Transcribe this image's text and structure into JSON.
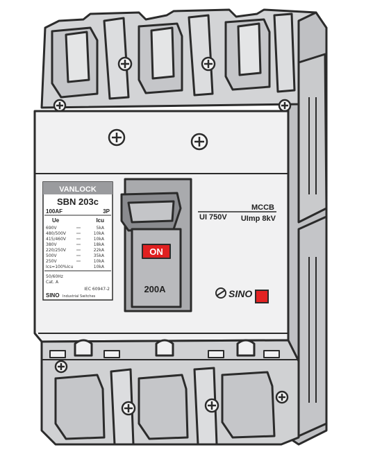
{
  "label": {
    "brand": "VANLOCK",
    "model": "SBN 203c",
    "frame": "100AF",
    "poles": "3P",
    "col_ue": "Ue",
    "col_icu": "Icu",
    "rows": [
      {
        "ue": "690V",
        "icu": "5kA"
      },
      {
        "ue": "480/500V",
        "icu": "10kA"
      },
      {
        "ue": "415/460V",
        "icu": "10kA"
      },
      {
        "ue": "380V",
        "icu": "18kA"
      },
      {
        "ue": "220/250V",
        "icu": "22kA"
      },
      {
        "ue": "500V",
        "icu": "35kA"
      },
      {
        "ue": "250V",
        "icu": "10kA"
      },
      {
        "ue": "Ics=100%Icu",
        "icu": "10kA"
      }
    ],
    "freq": "50/60Hz",
    "cat": "Cat. A",
    "standard": "IEC 60947-2",
    "maker": "SINO",
    "maker_sub": "Industrial Switches"
  },
  "toggle": {
    "state": "ON",
    "rating": "200A"
  },
  "right_panel": {
    "type": "MCCB",
    "ui": "UI 750V",
    "uimp": "UImp 8kV",
    "logo": "SINO"
  },
  "colors": {
    "body": "#d3d4d6",
    "face": "#f1f1f2",
    "outline": "#2b2b2b",
    "on_red": "#e02020",
    "trip_red": "#e32222"
  }
}
